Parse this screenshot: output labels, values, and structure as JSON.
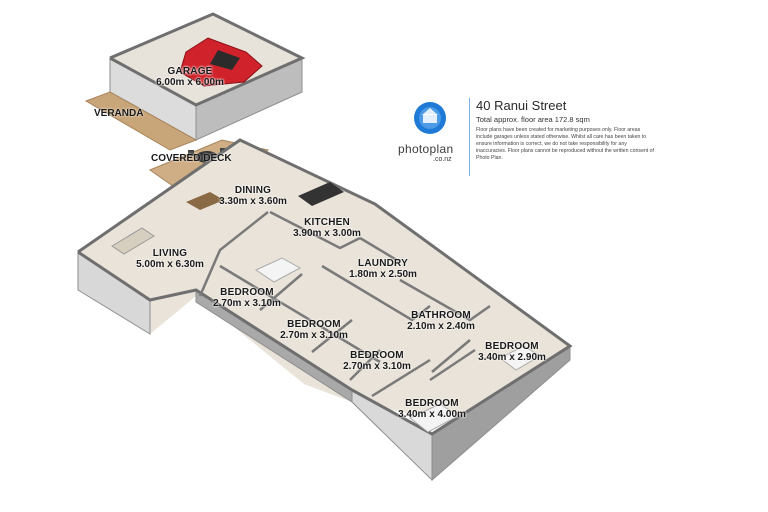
{
  "property": {
    "title": "40 Ranui Street",
    "area_text": "Total approx. floor area 172.8 sqm",
    "disclaimer": "Floor plans have been created for marketing purposes only. Floor areas include garages unless stated otherwise. Whilst all care has been taken to ensure information is correct, we do not take responsibility for any inaccuracies. Floor plans cannot be reproduced without the written consent of Photo Plan."
  },
  "brand": {
    "name": "photoplan",
    "domain": ".co.nz",
    "accent": "#1e7ad6"
  },
  "areas": [
    {
      "name": "VERANDA"
    },
    {
      "name": "COVERED DECK"
    }
  ],
  "rooms": [
    {
      "name": "GARAGE",
      "dims": "6.00m x 6.00m"
    },
    {
      "name": "DINING",
      "dims": "3.30m x 3.60m"
    },
    {
      "name": "KITCHEN",
      "dims": "3.90m x 3.00m"
    },
    {
      "name": "LIVING",
      "dims": "5.00m x 6.30m"
    },
    {
      "name": "LAUNDRY",
      "dims": "1.80m x 2.50m"
    },
    {
      "name": "BEDROOM",
      "dims": "2.70m x 3.10m"
    },
    {
      "name": "BEDROOM",
      "dims": "2.70m x 3.10m"
    },
    {
      "name": "BATHROOM",
      "dims": "2.10m x 2.40m"
    },
    {
      "name": "BEDROOM",
      "dims": "3.40m x 2.90m"
    },
    {
      "name": "BEDROOM",
      "dims": "2.70m x 3.10m"
    },
    {
      "name": "BEDROOM",
      "dims": "3.40m x 4.00m"
    }
  ],
  "colors": {
    "floor": "#e9e3d9",
    "wall_top": "#f7f7f7",
    "wall_side": "#9a9a9a",
    "deck": "#c9a57a",
    "car": "#d0222a"
  }
}
